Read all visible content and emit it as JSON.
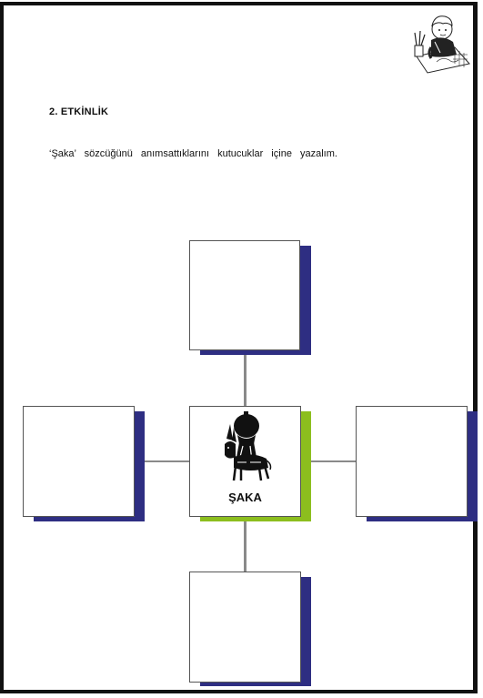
{
  "activity": {
    "heading": "2. ETKİNLİK",
    "instruction": "‘Şaka’ sözcüğünü anımsattıklarını kutucuklar içine yazalım."
  },
  "center": {
    "label": "ŞAKA",
    "accent_color": "#8cbe1e"
  },
  "colors": {
    "box_shadow": "#2e2e82",
    "connector": "#8a8a8a",
    "frame": "#111111"
  },
  "icons": {
    "corner": "child-drawing-illustration",
    "center": "nasreddin-hodja-on-donkey-illustration"
  }
}
